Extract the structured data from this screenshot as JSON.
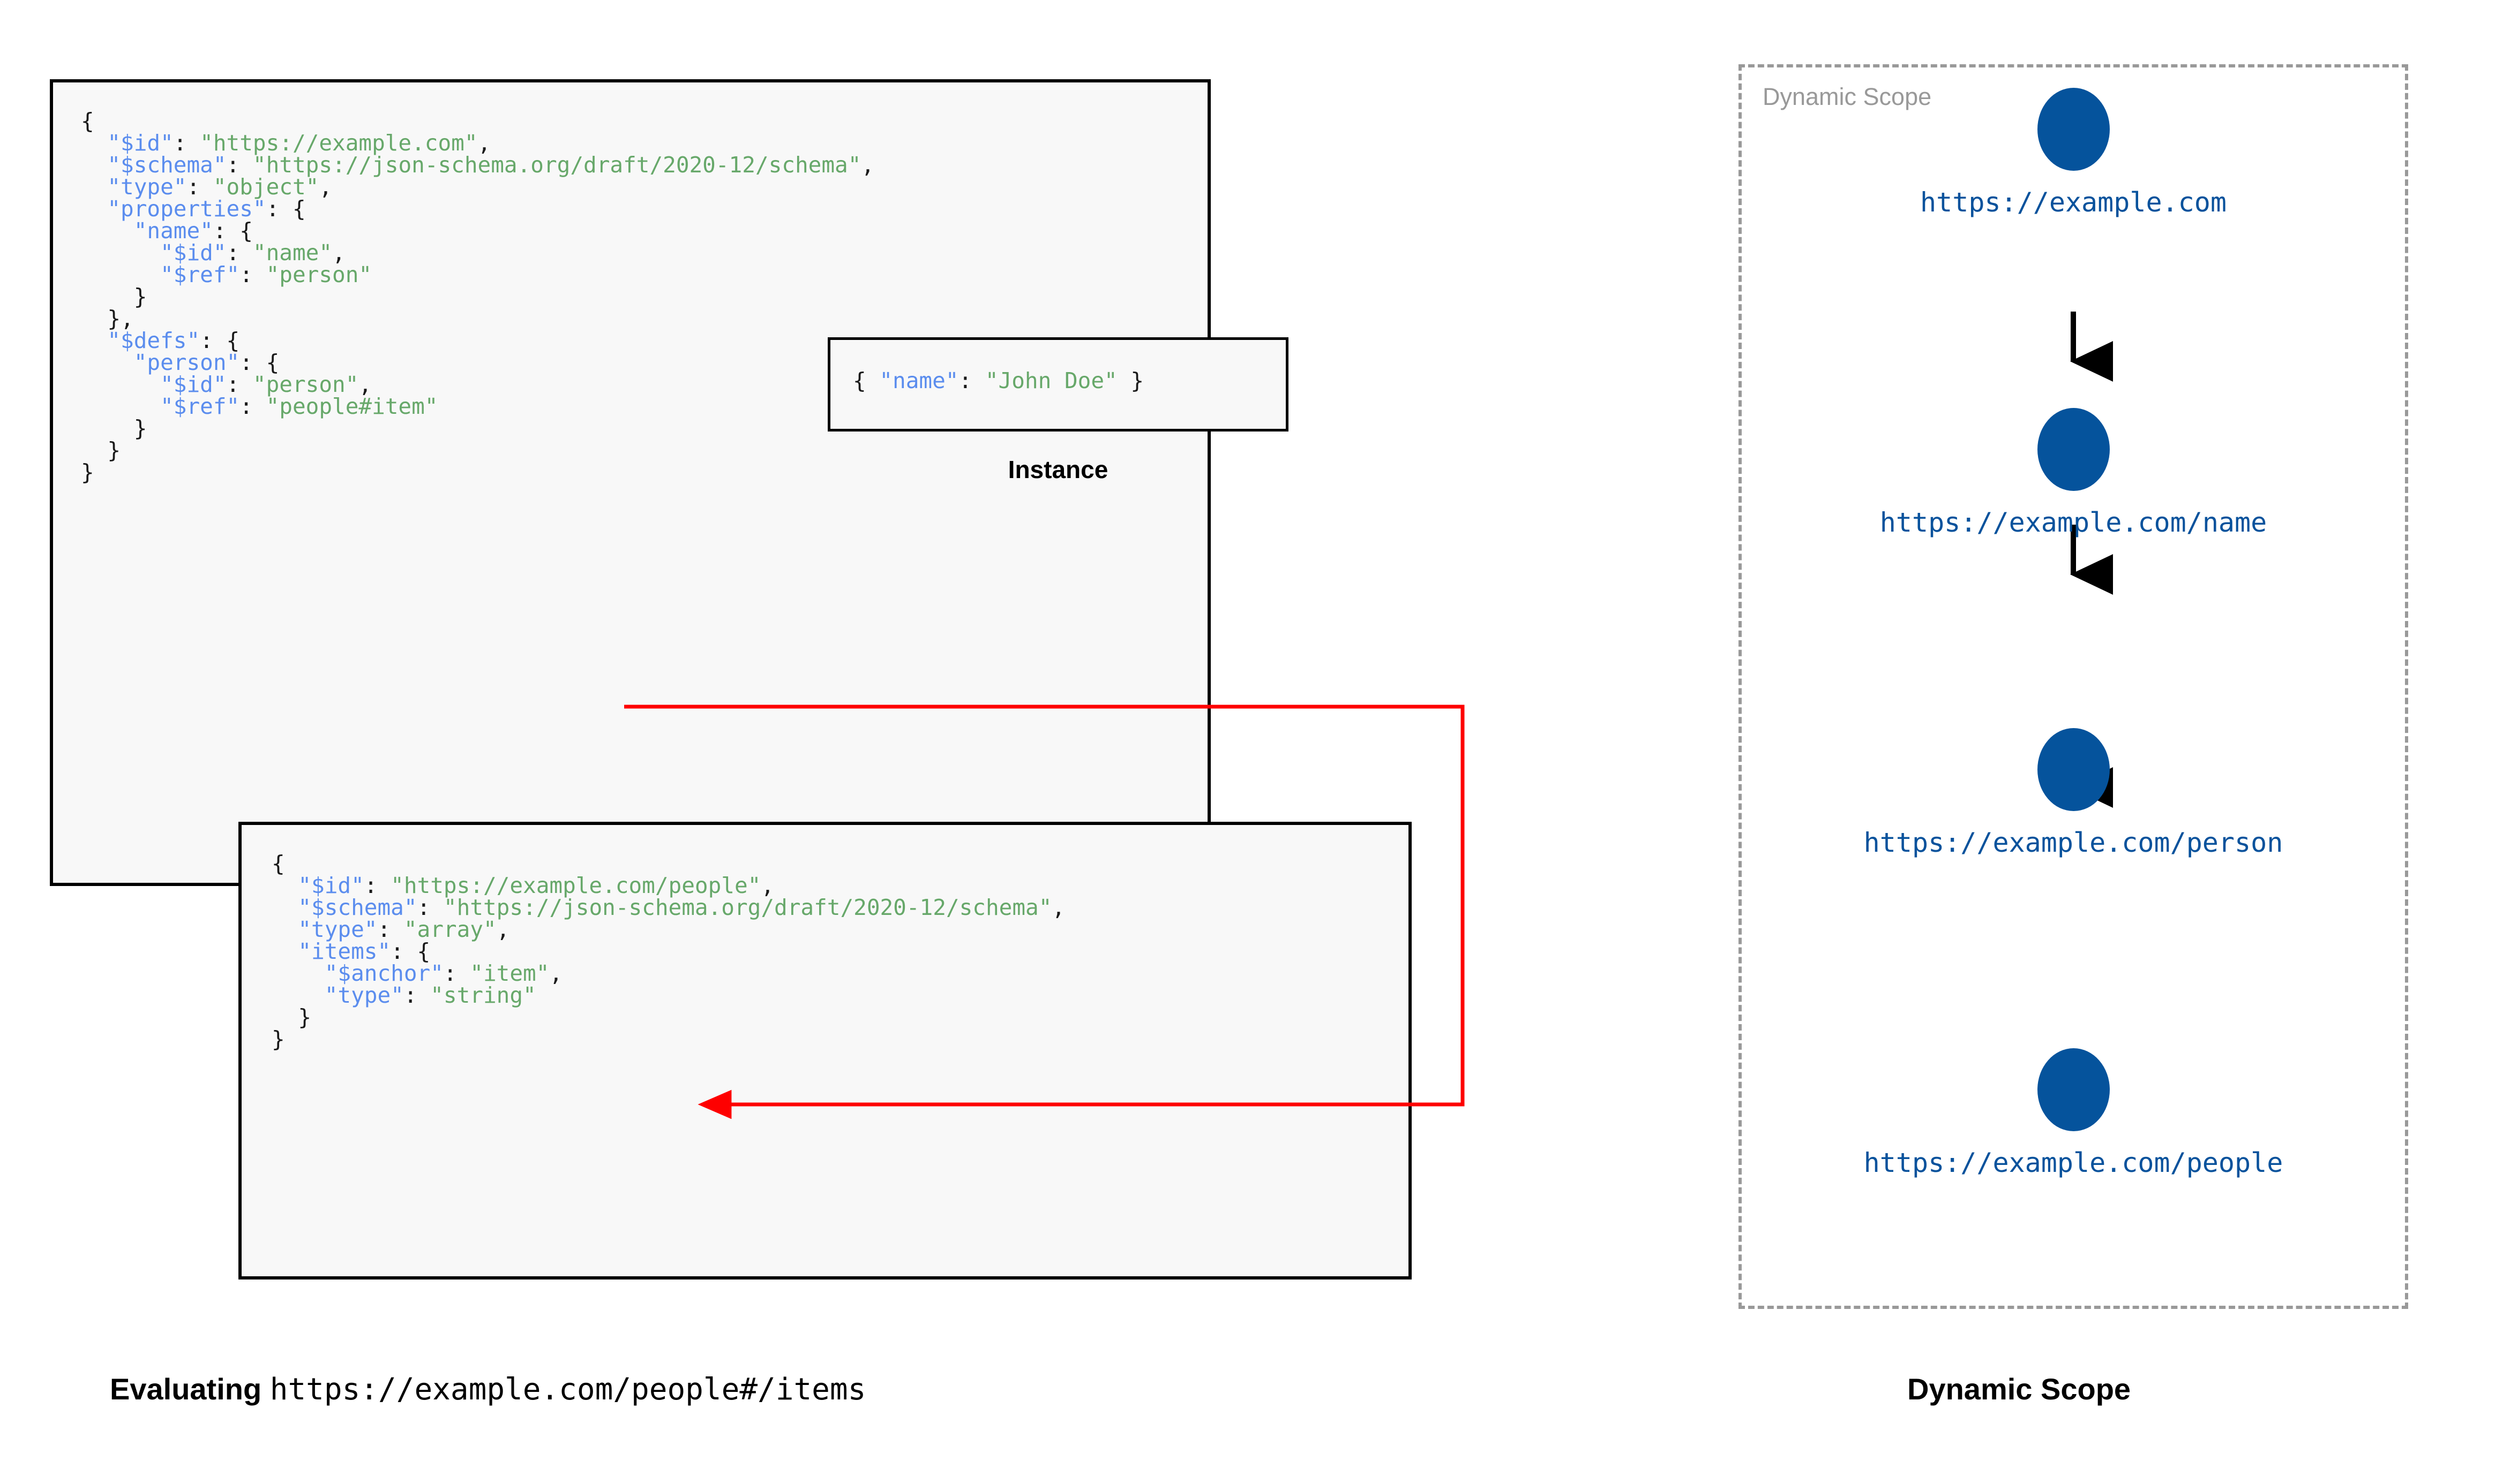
{
  "left_panel": {
    "schema_main": {
      "name": "root-schema",
      "lines": [
        {
          "indent": 0,
          "parts": [
            {
              "t": "{",
              "c": "p"
            }
          ]
        },
        {
          "indent": 1,
          "parts": [
            {
              "t": "\"$id\"",
              "c": "k"
            },
            {
              "t": ": ",
              "c": "p"
            },
            {
              "t": "\"https://example.com\"",
              "c": "s"
            },
            {
              "t": ",",
              "c": "p"
            }
          ]
        },
        {
          "indent": 1,
          "parts": [
            {
              "t": "\"$schema\"",
              "c": "k"
            },
            {
              "t": ": ",
              "c": "p"
            },
            {
              "t": "\"https://json-schema.org/draft/2020-12/schema\"",
              "c": "s"
            },
            {
              "t": ",",
              "c": "p"
            }
          ]
        },
        {
          "indent": 1,
          "parts": [
            {
              "t": "\"type\"",
              "c": "k"
            },
            {
              "t": ": ",
              "c": "p"
            },
            {
              "t": "\"object\"",
              "c": "s"
            },
            {
              "t": ",",
              "c": "p"
            }
          ]
        },
        {
          "indent": 1,
          "parts": [
            {
              "t": "\"properties\"",
              "c": "k"
            },
            {
              "t": ": {",
              "c": "p"
            }
          ]
        },
        {
          "indent": 2,
          "parts": [
            {
              "t": "\"name\"",
              "c": "k"
            },
            {
              "t": ": {",
              "c": "p"
            }
          ]
        },
        {
          "indent": 3,
          "parts": [
            {
              "t": "\"$id\"",
              "c": "k"
            },
            {
              "t": ": ",
              "c": "p"
            },
            {
              "t": "\"name\"",
              "c": "s"
            },
            {
              "t": ",",
              "c": "p"
            }
          ]
        },
        {
          "indent": 3,
          "parts": [
            {
              "t": "\"$ref\"",
              "c": "k"
            },
            {
              "t": ": ",
              "c": "p"
            },
            {
              "t": "\"person\"",
              "c": "s"
            }
          ]
        },
        {
          "indent": 2,
          "parts": [
            {
              "t": "}",
              "c": "p"
            }
          ]
        },
        {
          "indent": 1,
          "parts": [
            {
              "t": "},",
              "c": "p"
            }
          ]
        },
        {
          "indent": 1,
          "parts": [
            {
              "t": "\"$defs\"",
              "c": "k"
            },
            {
              "t": ": {",
              "c": "p"
            }
          ]
        },
        {
          "indent": 2,
          "parts": [
            {
              "t": "\"person\"",
              "c": "k"
            },
            {
              "t": ": {",
              "c": "p"
            }
          ]
        },
        {
          "indent": 3,
          "parts": [
            {
              "t": "\"$id\"",
              "c": "k"
            },
            {
              "t": ": ",
              "c": "p"
            },
            {
              "t": "\"person\"",
              "c": "s"
            },
            {
              "t": ",",
              "c": "p"
            }
          ]
        },
        {
          "indent": 3,
          "parts": [
            {
              "t": "\"$ref\"",
              "c": "k"
            },
            {
              "t": ": ",
              "c": "p"
            },
            {
              "t": "\"people#item\"",
              "c": "s"
            }
          ]
        },
        {
          "indent": 2,
          "parts": [
            {
              "t": "}",
              "c": "p"
            }
          ]
        },
        {
          "indent": 1,
          "parts": [
            {
              "t": "}",
              "c": "p"
            }
          ]
        },
        {
          "indent": 0,
          "parts": [
            {
              "t": "}",
              "c": "p"
            }
          ]
        }
      ]
    },
    "instance": {
      "caption": "Instance",
      "lines": [
        {
          "indent": 0,
          "parts": [
            {
              "t": "{ ",
              "c": "p"
            },
            {
              "t": "\"name\"",
              "c": "k"
            },
            {
              "t": ": ",
              "c": "p"
            },
            {
              "t": "\"John Doe\"",
              "c": "s"
            },
            {
              "t": " }",
              "c": "p"
            }
          ]
        }
      ]
    },
    "schema_people": {
      "name": "people-schema",
      "lines": [
        {
          "indent": 0,
          "parts": [
            {
              "t": "{",
              "c": "p"
            }
          ]
        },
        {
          "indent": 1,
          "parts": [
            {
              "t": "\"$id\"",
              "c": "k"
            },
            {
              "t": ": ",
              "c": "p"
            },
            {
              "t": "\"https://example.com/people\"",
              "c": "s"
            },
            {
              "t": ",",
              "c": "p"
            }
          ]
        },
        {
          "indent": 1,
          "parts": [
            {
              "t": "\"$schema\"",
              "c": "k"
            },
            {
              "t": ": ",
              "c": "p"
            },
            {
              "t": "\"https://json-schema.org/draft/2020-12/schema\"",
              "c": "s"
            },
            {
              "t": ",",
              "c": "p"
            }
          ]
        },
        {
          "indent": 1,
          "parts": [
            {
              "t": "\"type\"",
              "c": "k"
            },
            {
              "t": ": ",
              "c": "p"
            },
            {
              "t": "\"array\"",
              "c": "s"
            },
            {
              "t": ",",
              "c": "p"
            }
          ]
        },
        {
          "indent": 1,
          "parts": [
            {
              "t": "\"items\"",
              "c": "k"
            },
            {
              "t": ": {",
              "c": "p"
            }
          ]
        },
        {
          "indent": 2,
          "parts": [
            {
              "t": "\"$anchor\"",
              "c": "k"
            },
            {
              "t": ": ",
              "c": "p"
            },
            {
              "t": "\"item\"",
              "c": "s"
            },
            {
              "t": ",",
              "c": "p"
            }
          ]
        },
        {
          "indent": 2,
          "parts": [
            {
              "t": "\"type\"",
              "c": "k"
            },
            {
              "t": ": ",
              "c": "p"
            },
            {
              "t": "\"string\"",
              "c": "s"
            }
          ]
        },
        {
          "indent": 1,
          "parts": [
            {
              "t": "}",
              "c": "p"
            }
          ]
        },
        {
          "indent": 0,
          "parts": [
            {
              "t": "}",
              "c": "p"
            }
          ]
        }
      ]
    },
    "caption_prefix": "Evaluating ",
    "caption_uri": "https://example.com/people#/items"
  },
  "right_panel": {
    "title": "Dynamic Scope",
    "caption": "Dynamic Scope",
    "nodes": [
      {
        "label": "https://example.com"
      },
      {
        "label": "https://example.com/name"
      },
      {
        "label": "https://example.com/person"
      },
      {
        "label": "https://example.com/people"
      }
    ]
  },
  "colors": {
    "key": "#5b8dee",
    "string": "#67a86a",
    "punctuation": "#1a1a1a",
    "box_border": "#000000",
    "box_fill": "#f8f8f8",
    "ref_arrow": "#fe0000",
    "node_fill": "#05539c",
    "node_label": "#08529c",
    "dashed_border": "#999999",
    "scope_title": "#999999"
  }
}
